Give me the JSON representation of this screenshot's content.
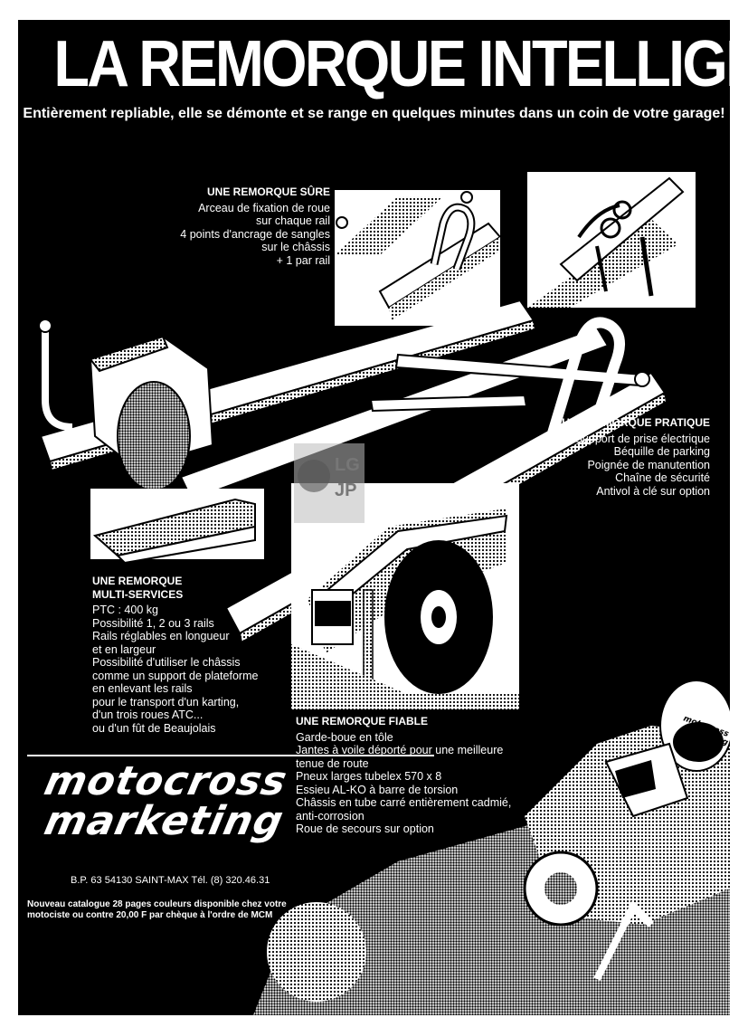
{
  "headline": "LA REMORQUE INTELLIGENTE",
  "subheadline": "Entièrement repliable, elle se démonte et se range en quelques minutes dans un coin de votre garage!",
  "sections": {
    "sure": {
      "title": "UNE REMORQUE SÛRE",
      "lines": [
        "Arceau de fixation de roue",
        "sur chaque rail",
        "4 points d'ancrage de sangles",
        "sur le châssis",
        "+ 1 par rail"
      ]
    },
    "pratique": {
      "title": "UNE REMORQUE PRATIQUE",
      "lines": [
        "Support de prise électrique",
        "Béquille de parking",
        "Poignée de manutention",
        "Chaîne de sécurité",
        "Antivol à clé sur option"
      ]
    },
    "multi": {
      "title_line1": "UNE REMORQUE",
      "title_line2": "MULTI-SERVICES",
      "lines": [
        "PTC : 400 kg",
        "Possibilité 1, 2 ou 3 rails",
        "Rails réglables en longueur",
        "et en largeur",
        "Possibilité d'utiliser le châssis",
        "comme  un support de plateforme",
        "en enlevant les rails",
        "pour le transport d'un karting,",
        "d'un trois roues  ATC...",
        "ou d'un fût de Beaujolais"
      ]
    },
    "fiable": {
      "title": "UNE REMORQUE FIABLE",
      "lines": [
        "Garde-boue en tôle",
        "Jantes à voile déporté pour une meilleure",
        "tenue de route",
        "Pneux larges tubelex 570 x 8",
        "Essieu AL-KO à barre de torsion",
        "Châssis en tube carré entièrement cadmié,",
        "anti-corrosion",
        "Roue de secours sur option"
      ]
    }
  },
  "brand": {
    "line1": "motocross",
    "line2": "marketing"
  },
  "address": "B.P. 63  54130 SAINT-MAX  Tél. (8) 320.46.31",
  "footer": [
    "Nouveau catalogue 28 pages couleurs disponible chez votre",
    "motociste ou contre 20,00 F par chèque à l'ordre de MCM"
  ],
  "watermark": [
    "LG",
    "JP"
  ],
  "colors": {
    "background": "#000000",
    "text": "#ffffff"
  }
}
